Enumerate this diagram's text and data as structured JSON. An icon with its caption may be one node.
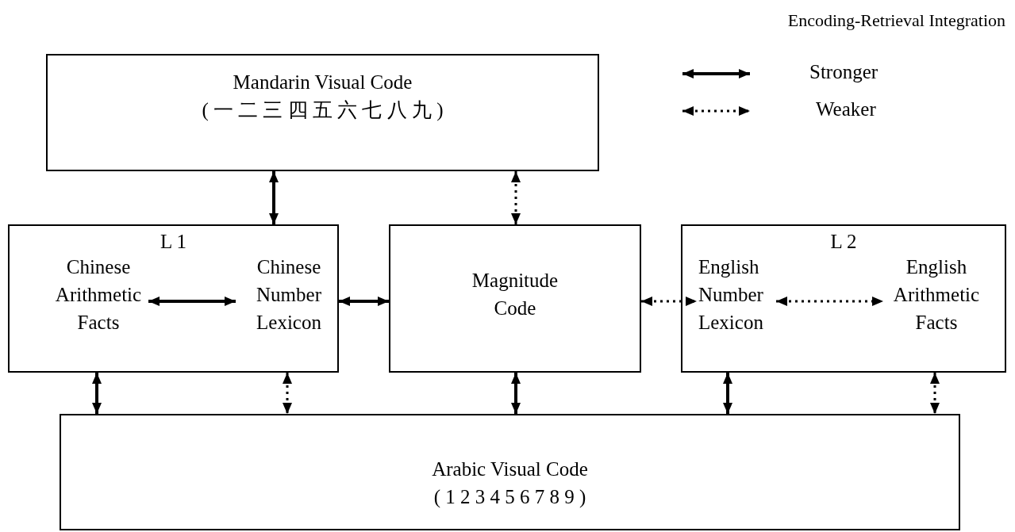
{
  "diagram": {
    "nodes": [
      {
        "text": [
          "Mandarin Visual Code",
          "( 一 二 三 四 五 六 七 八 九 )"
        ]
      },
      {
        "text": [
          "L 1"
        ]
      },
      {
        "text": [
          "Chinese Arithmetic Facts"
        ],
        "in": 1
      },
      {
        "text": [
          "Chinese Number Lexicon"
        ],
        "in": 1
      },
      {
        "text": [
          "Magnitude Code"
        ]
      },
      {
        "text": [
          "L 2"
        ]
      },
      {
        "text": [
          "English Number Lexicon"
        ],
        "in": 5
      },
      {
        "text": [
          "English Arithmetic Facts"
        ],
        "in": 5
      },
      {
        "text": [
          "Arabic Visual Code",
          "( 1 2 3 4 5 6 7 8 9 )"
        ]
      }
    ],
    "edges": [
      {
        "from": 0,
        "to": 3,
        "arrow": "both"
      },
      {
        "from": 0,
        "to": 4,
        "arrow": "both",
        "style": "dashed"
      },
      {
        "from": 2,
        "to": 3,
        "arrow": "both"
      },
      {
        "from": 3,
        "to": 4,
        "arrow": "both"
      },
      {
        "from": 4,
        "to": 6,
        "arrow": "both",
        "style": "dashed"
      },
      {
        "from": 6,
        "to": 7,
        "arrow": "both",
        "style": "dashed"
      },
      {
        "from": 2,
        "to": 8,
        "arrow": "both"
      },
      {
        "from": 3,
        "to": 8,
        "arrow": "both",
        "style": "dashed"
      },
      {
        "from": 4,
        "to": 8,
        "arrow": "both"
      },
      {
        "from": 6,
        "to": 8,
        "arrow": "both"
      },
      {
        "from": 7,
        "to": 8,
        "arrow": "both",
        "style": "dashed"
      }
    ],
    "labels": [
      "Encoding-Retrieval Integration"
    ],
    "legend": [
      {
        "text": "Stronger"
      },
      {
        "text": "Weaker"
      }
    ]
  }
}
